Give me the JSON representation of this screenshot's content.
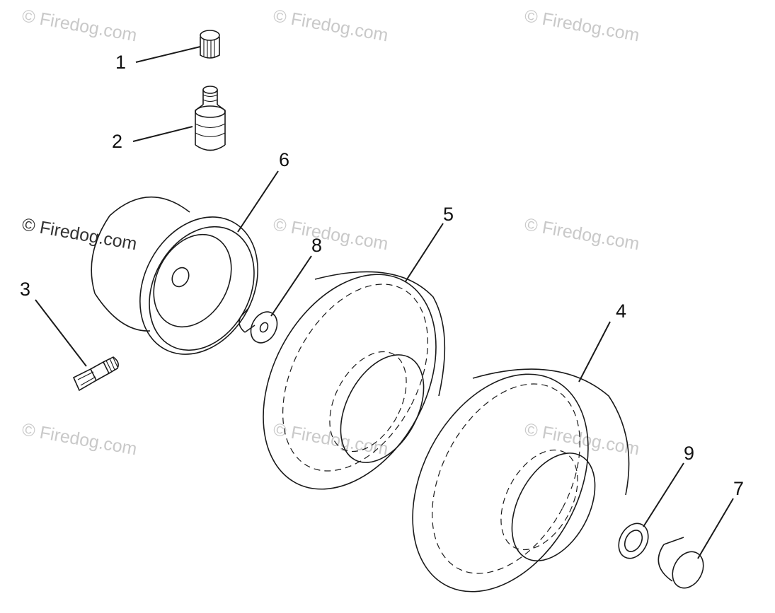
{
  "watermark_text": "© Firedog.com",
  "callouts": {
    "p1": "1",
    "p2": "2",
    "p3": "3",
    "p4": "4",
    "p5": "5",
    "p6": "6",
    "p7": "7",
    "p8": "8",
    "p9": "9"
  }
}
